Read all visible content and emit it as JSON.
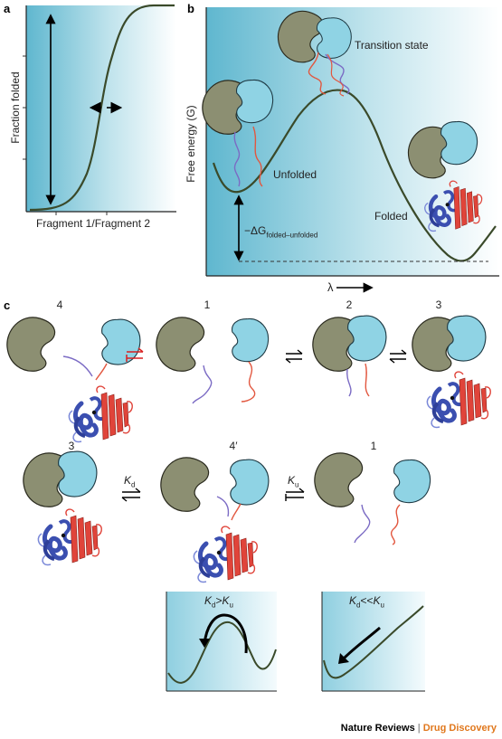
{
  "panel_a": {
    "letter": "a",
    "ylabel": "Fraction folded",
    "xlabel": "Fragment 1/Fragment 2"
  },
  "panel_b": {
    "letter": "b",
    "ylabel": "Free energy (G)",
    "xlabel": "λ",
    "transition_state": "Transition state",
    "unfolded": "Unfolded",
    "folded": "Folded",
    "delta_g_prefix": "−ΔG",
    "delta_g_sub": "folded–unfolded"
  },
  "panel_c": {
    "letter": "c",
    "row1_states": [
      "4",
      "1",
      "2",
      "3"
    ],
    "row2_states": [
      "3",
      "4′",
      "1"
    ],
    "kd": "K",
    "kd_sub": "d",
    "ku": "K",
    "ku_sub": "u",
    "inset_left": {
      "k1": "K",
      "s1": "d",
      "op": ">",
      "k2": "K",
      "s2": "u"
    },
    "inset_right": {
      "k1": "K",
      "s1": "d",
      "op": "<<",
      "k2": "K",
      "s2": "u"
    }
  },
  "footer": {
    "journal": "Nature Reviews",
    "separator": "|",
    "section": "Drug Discovery"
  },
  "colors": {
    "curve": "#3a4a2a",
    "domain_olive": "#8c8f72",
    "domain_blue": "#8fd3e4",
    "strand_purple": "#7b6bc4",
    "strand_red": "#e2573f",
    "helix_blue": "#3b4fb0",
    "sheet_red": "#e0443a",
    "brand_orange": "#e0771c"
  }
}
